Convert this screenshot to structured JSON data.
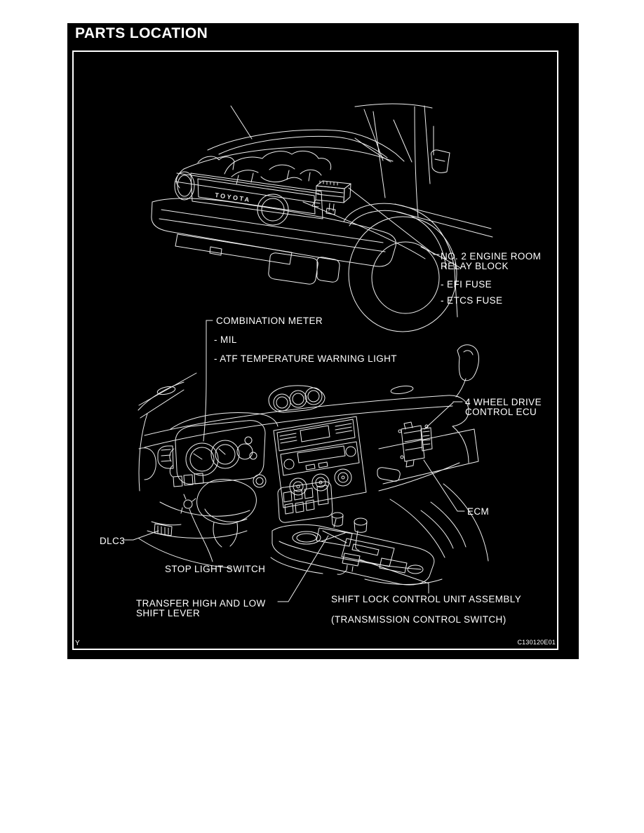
{
  "page": {
    "title": "PARTS LOCATION",
    "footer_left": "Y",
    "figure_code": "C130120E01"
  },
  "colors": {
    "page_bg": "#ffffff",
    "panel_bg": "#000000",
    "line": "#efefef",
    "text": "#ffffff"
  },
  "labels": {
    "relay_block_line1": "NO. 2 ENGINE ROOM",
    "relay_block_line2": "RELAY BLOCK",
    "efi_fuse": "- EFI FUSE",
    "etcs_fuse": "- ETCS FUSE",
    "combination_meter": "COMBINATION METER",
    "mil": "- MIL",
    "atf_warning": "- ATF TEMPERATURE WARNING LIGHT",
    "awd_ecu_line1": "4 WHEEL DRIVE",
    "awd_ecu_line2": "CONTROL ECU",
    "ecm": "ECM",
    "dlc3": "DLC3",
    "stop_light_switch": "STOP LIGHT SWITCH",
    "transfer_lever_line1": "TRANSFER HIGH AND LOW",
    "transfer_lever_line2": "SHIFT LEVER",
    "shift_lock_line1": "SHIFT LOCK CONTROL UNIT ASSEMBLY",
    "shift_lock_line2": "(TRANSMISSION CONTROL SWITCH)",
    "grille_badge": "TOYOTA"
  }
}
